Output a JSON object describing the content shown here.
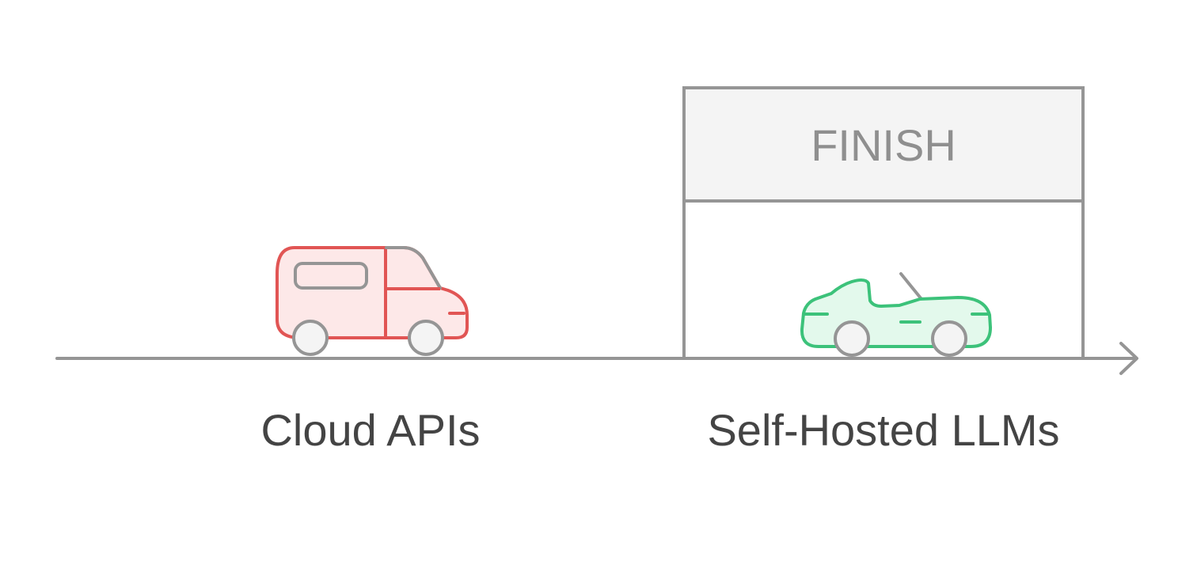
{
  "finish": {
    "label": "FINISH"
  },
  "vehicles": [
    {
      "label": "Cloud APIs",
      "icon": "van-icon",
      "color": "#e15554",
      "fill": "#fde8e8"
    },
    {
      "label": "Self-Hosted LLMs",
      "icon": "convertible-car-icon",
      "color": "#3cc27a",
      "fill": "#e3f9ec"
    }
  ],
  "colors": {
    "line": "#959595",
    "wheel_fill": "#f4f4f4",
    "finish_fill": "#f4f4f4"
  }
}
